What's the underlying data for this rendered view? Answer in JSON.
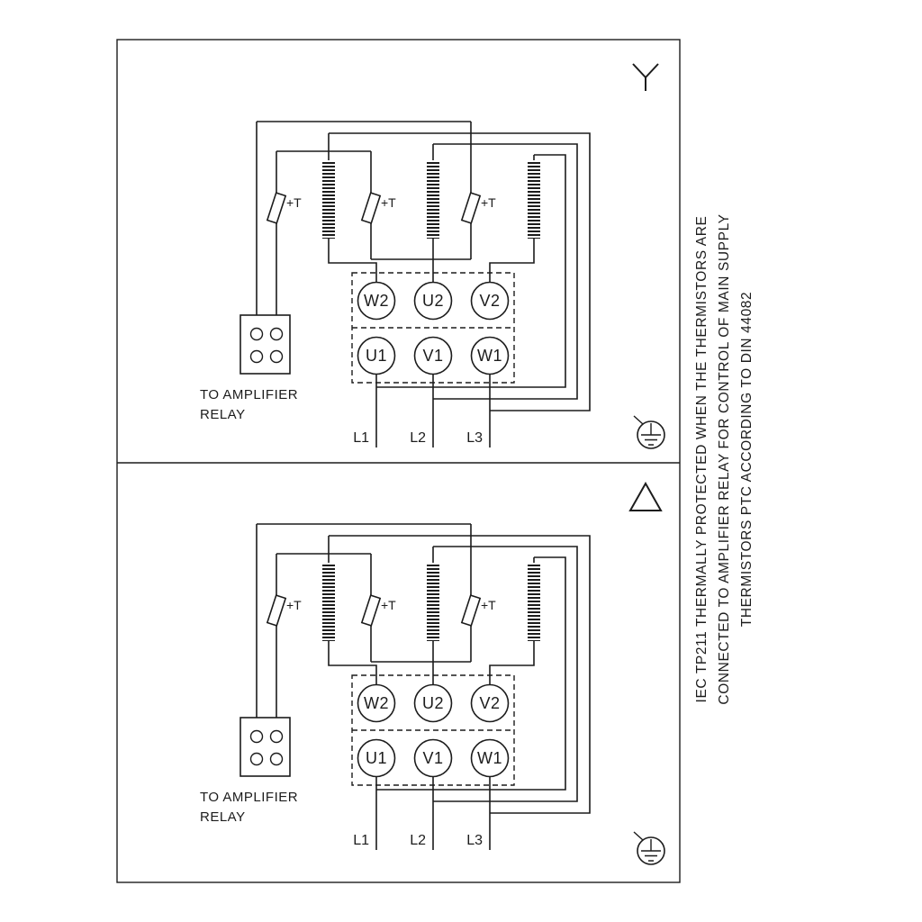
{
  "diagram": {
    "terminals": {
      "top": [
        "W2",
        "U2",
        "V2"
      ],
      "bottom": [
        "U1",
        "V1",
        "W1"
      ]
    },
    "supply_lines": [
      "L1",
      "L2",
      "L3"
    ],
    "thermistor_label": "+T",
    "relay_label_line1": "TO AMPLIFIER",
    "relay_label_line2": "RELAY",
    "side_note": {
      "line1": "IEC TP211 THERMALLY PROTECTED WHEN THE THERMISTORS ARE",
      "line2": "CONNECTED TO AMPLIFIER RELAY FOR CONTROL OF MAIN SUPPLY",
      "line3": "THERMISTORS PTC ACCORDING TO DIN 44082"
    },
    "symbols": {
      "top_panel": "star-connection-icon",
      "bottom_panel": "delta-connection-icon",
      "per_panel": "earth-ground-icon"
    },
    "colors": {
      "line": "#1c1c1c",
      "background": "#ffffff"
    }
  }
}
